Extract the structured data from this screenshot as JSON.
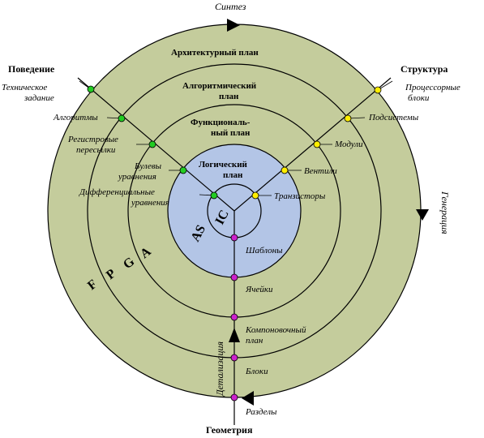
{
  "axes": {
    "top": "Синтез",
    "right": "Генерация",
    "left_bottom": "Детализация",
    "behavior": "Поведение",
    "structure": "Структура",
    "geometry": "Геометрия"
  },
  "levels": {
    "architectural": "Архитектурный план",
    "algorithmic_1": "Алгоритмический",
    "algorithmic_2": "план",
    "functional_1": "Функциональ-",
    "functional_2": "ный план",
    "logical_1": "Логический",
    "logical_2": "план"
  },
  "behavior_items": {
    "tech_1": "Техническое",
    "tech_2": "задание",
    "algorithms": "Алгоритмы",
    "reg_1": "Регистровые",
    "reg_2": "пересылки",
    "bool_1": "Булевы",
    "bool_2": "уравнения",
    "diff_1": "Дифференциальные",
    "diff_2": "уравнения"
  },
  "structure_items": {
    "proc_1": "Процессорные",
    "proc_2": "блоки",
    "subsystems": "Подсистемы",
    "modules": "Модули",
    "gates": "Вентили",
    "transistors": "Транзисторы"
  },
  "geometry_items": {
    "templates": "Шаблоны",
    "cells": "Ячейки",
    "layout_1": "Компоновочный",
    "layout_2": "план",
    "blocks": "Блоки",
    "sections": "Разделы"
  },
  "tech_labels": {
    "asic_as": "AS",
    "asic_ic": "IC",
    "fpga_f": "F",
    "fpga_p": "P",
    "fpga_g": "G",
    "fpga_a": "A"
  },
  "colors": {
    "outer_fill": "#c4cc9c",
    "inner_fill": "#b3c5e6",
    "behavior_dot": "#22cc22",
    "structure_dot": "#ffee00",
    "geometry_dot": "#cc22cc"
  }
}
